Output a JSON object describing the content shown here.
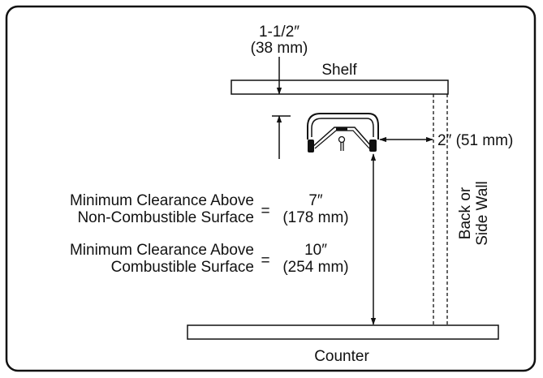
{
  "diagram": {
    "top_dimension": {
      "imperial": "1-1/2″",
      "metric": "(38 mm)"
    },
    "shelf_label": "Shelf",
    "side_dimension": "2″ (51 mm)",
    "wall_label": {
      "line1": "Back or",
      "line2": "Side Wall"
    },
    "clearance_noncombustible": {
      "line1": "Minimum Clearance Above",
      "line2": "Non-Combustible Surface",
      "equals": "=",
      "imperial": "7″",
      "metric": "(178 mm)"
    },
    "clearance_combustible": {
      "line1": "Minimum Clearance Above",
      "line2": "Combustible Surface",
      "equals": "=",
      "imperial": "10″",
      "metric": "(254 mm)"
    },
    "counter_label": "Counter"
  }
}
